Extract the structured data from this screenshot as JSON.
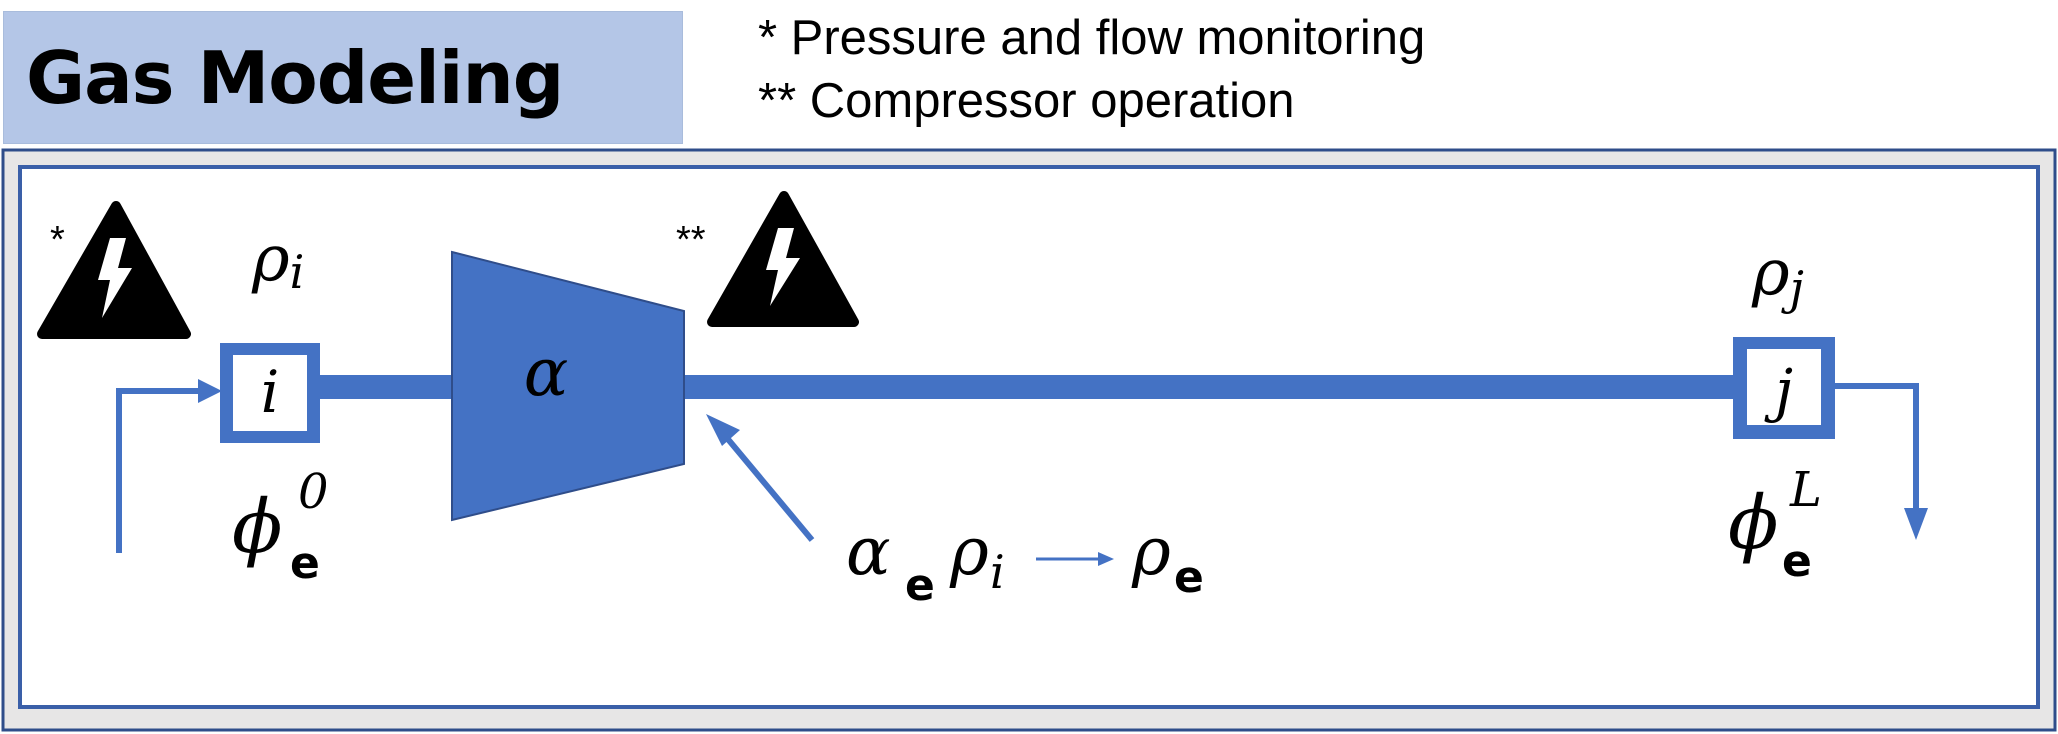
{
  "header": {
    "title": "Gas Modeling"
  },
  "legend": {
    "items": [
      "* Pressure and flow monitoring",
      "** Compressor operation"
    ]
  },
  "diagram": {
    "node_i": {
      "label": "i",
      "density": "ρ",
      "density_sub": "i",
      "flow": "ϕ",
      "flow_sup": "0",
      "flow_sub": "e"
    },
    "node_j": {
      "label": "j",
      "density": "ρ",
      "density_sub": "j",
      "flow": "ϕ",
      "flow_sup": "L",
      "flow_sub": "e"
    },
    "compressor": {
      "label": "α"
    },
    "hazard_1": {
      "marker": "*",
      "icon": "lightning-hazard-icon"
    },
    "hazard_2": {
      "marker": "**",
      "icon": "lightning-hazard-icon"
    },
    "equation": {
      "alpha": "α",
      "alpha_sub": "e",
      "rho_in": "ρ",
      "rho_in_sub": "i",
      "rho_out": "ρ",
      "rho_out_sub": "e"
    },
    "colors": {
      "pipe": "#4472c4",
      "border": "#2f4d8a",
      "title_bg": "#b4c6e7",
      "icon": "#000000"
    }
  }
}
